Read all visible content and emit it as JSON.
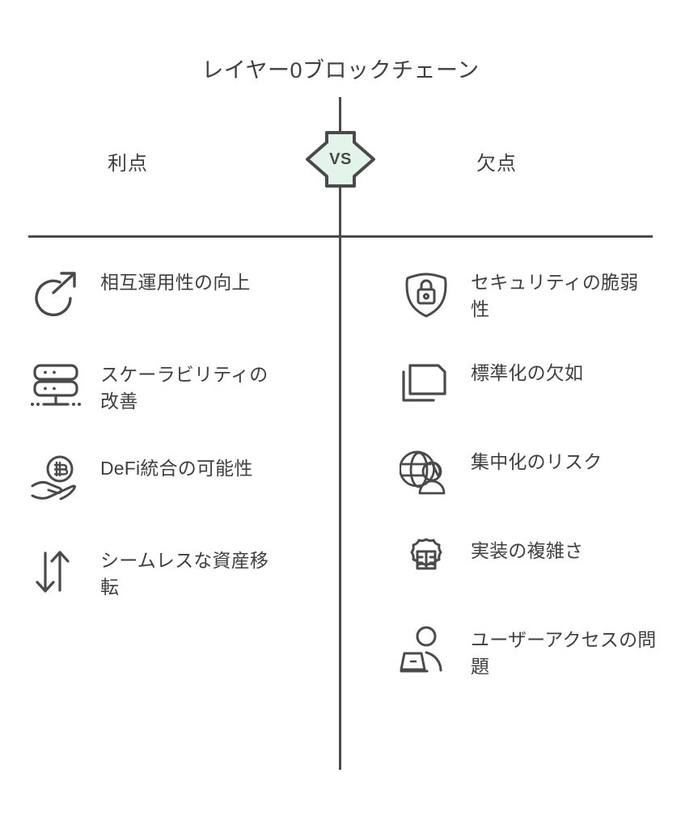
{
  "title": "レイヤー0ブロックチェーン",
  "center_badge": {
    "label": "VS",
    "fill_color": "#e3f5ea",
    "stroke_color": "#4a4a4a"
  },
  "colors": {
    "text": "#3f3f3f",
    "icon": "#4a4a4a",
    "divider": "#4a4a4a",
    "background": "#ffffff",
    "badge_fill": "#e3f5ea"
  },
  "columns": {
    "left": {
      "heading": "利点",
      "items": [
        {
          "icon": "arrow-circle-out-icon",
          "label": "相互運用性の向上"
        },
        {
          "icon": "server-stack-icon",
          "label": "スケーラビリティの改善"
        },
        {
          "icon": "hand-bitcoin-icon",
          "label": "DeFi統合の可能性"
        },
        {
          "icon": "up-down-arrows-icon",
          "label": "シームレスな資産移転"
        }
      ]
    },
    "right": {
      "heading": "欠点",
      "items": [
        {
          "icon": "shield-lock-icon",
          "label": "セキュリティの脆弱性"
        },
        {
          "icon": "stacked-cards-icon",
          "label": "標準化の欠如"
        },
        {
          "icon": "globe-person-icon",
          "label": "集中化のリスク"
        },
        {
          "icon": "gear-building-icon",
          "label": "実装の複雑さ"
        },
        {
          "icon": "person-laptop-icon",
          "label": "ユーザーアクセスの問題"
        }
      ]
    }
  }
}
